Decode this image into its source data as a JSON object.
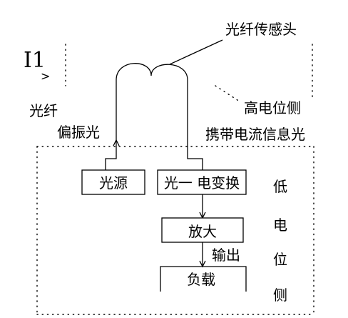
{
  "labels": {
    "current_symbol": "I1",
    "current_arrow": ">",
    "fiber": "光纤",
    "polarized_light": "偏振光",
    "sensor_head": "光纤传感头",
    "high_potential_side": "高电位侧",
    "current_info_light": "携带电流信息光",
    "output": "输出",
    "low_potential_side": [
      "低",
      "电",
      "位",
      "侧"
    ]
  },
  "blocks": {
    "light_source": "光源",
    "converter": "光一 电变换",
    "amplifier": "放大",
    "load": "负载"
  }
}
